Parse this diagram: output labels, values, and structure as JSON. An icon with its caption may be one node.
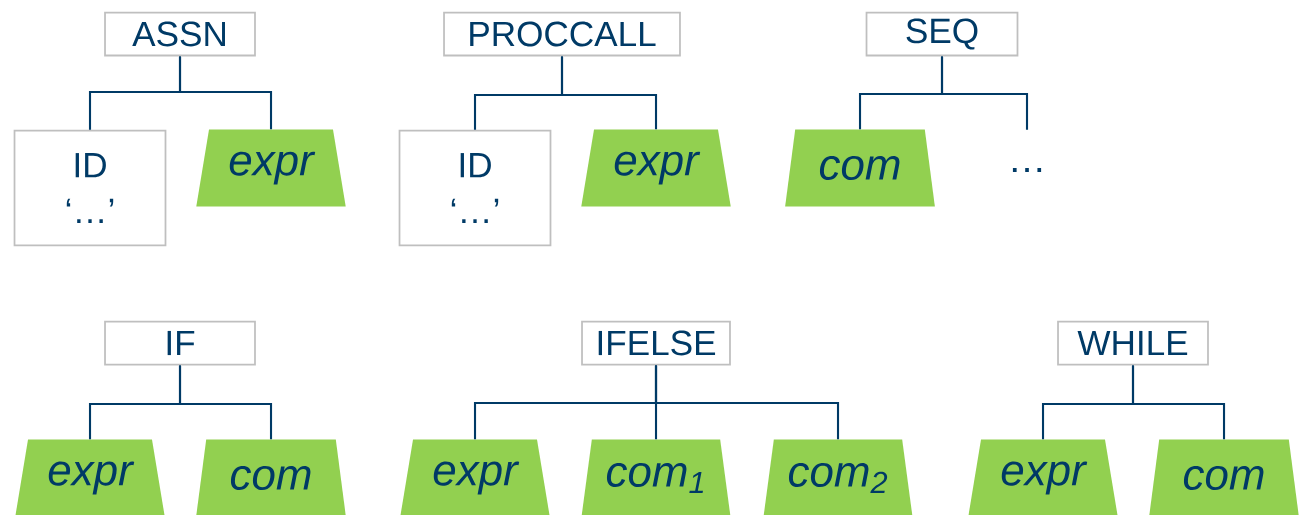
{
  "diagram": {
    "nodes": [
      {
        "text": [
          "ASSN"
        ]
      },
      {
        "text": [
          "ID",
          "‘…’"
        ]
      },
      {
        "text": [
          "expr"
        ]
      },
      {
        "text": [
          "PROCCALL"
        ]
      },
      {
        "text": [
          "ID",
          "‘…’"
        ]
      },
      {
        "text": [
          "expr"
        ]
      },
      {
        "text": [
          "SEQ"
        ]
      },
      {
        "text": [
          "com"
        ]
      },
      {
        "text": [
          "…"
        ]
      },
      {
        "text": [
          "IF"
        ]
      },
      {
        "text": [
          "expr"
        ]
      },
      {
        "text": [
          "com"
        ]
      },
      {
        "text": [
          "IFELSE"
        ]
      },
      {
        "text": [
          "expr"
        ]
      },
      {
        "text": [
          "com$_{1}$"
        ]
      },
      {
        "text": [
          "com$_{2}$"
        ]
      },
      {
        "text": [
          "WHILE"
        ]
      },
      {
        "text": [
          "expr"
        ]
      },
      {
        "text": [
          "com"
        ]
      }
    ],
    "edges": [
      {
        "from": 0,
        "to": 1,
        "arrow": "none"
      },
      {
        "from": 0,
        "to": 2,
        "arrow": "none"
      },
      {
        "from": 3,
        "to": 4,
        "arrow": "none"
      },
      {
        "from": 3,
        "to": 5,
        "arrow": "none"
      },
      {
        "from": 6,
        "to": 7,
        "arrow": "none"
      },
      {
        "from": 6,
        "to": 8,
        "arrow": "none"
      },
      {
        "from": 9,
        "to": 10,
        "arrow": "none"
      },
      {
        "from": 9,
        "to": 11,
        "arrow": "none"
      },
      {
        "from": 12,
        "to": 13,
        "arrow": "none"
      },
      {
        "from": 12,
        "to": 14,
        "arrow": "none"
      },
      {
        "from": 12,
        "to": 15,
        "arrow": "none"
      },
      {
        "from": 16,
        "to": 17,
        "arrow": "none"
      },
      {
        "from": 16,
        "to": 18,
        "arrow": "none"
      }
    ]
  }
}
